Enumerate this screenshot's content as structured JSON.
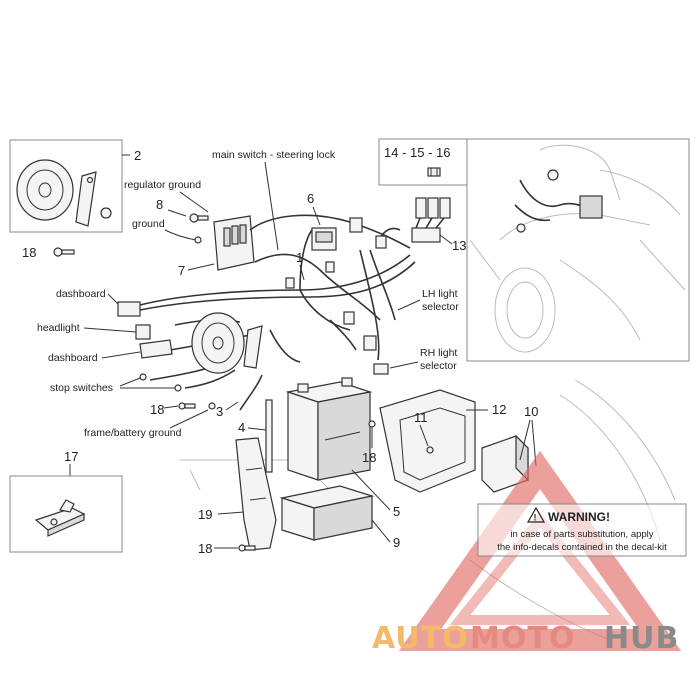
{
  "labels": {
    "main_switch": "main switch - steering lock",
    "regulator_ground": "regulator ground",
    "ground": "ground",
    "dashboard_1": "dashboard",
    "headlight": "headlight",
    "dashboard_2": "dashboard",
    "stop_switches": "stop switches",
    "frame_battery_ground": "frame/battery ground",
    "lh_selector_1": "LH light",
    "lh_selector_2": "selector",
    "rh_selector_1": "RH light",
    "rh_selector_2": "selector"
  },
  "numbers": {
    "n1": "1",
    "n2": "2",
    "n3": "3",
    "n4": "4",
    "n5": "5",
    "n6": "6",
    "n7": "7",
    "n8": "8",
    "n9": "9",
    "n10": "10",
    "n11": "11",
    "n12": "12",
    "n13": "13",
    "n17": "17",
    "n18a": "18",
    "n18b": "18",
    "n18c": "18",
    "n18d": "18",
    "n19": "19",
    "n14_16": "14 - 15 - 16"
  },
  "warning": {
    "title": "WARNING!",
    "line1": "in case of parts substitution, apply",
    "line2": "the info-decals contained in the decal-kit"
  },
  "watermark": {
    "part1": "AUTO",
    "part2": "MOTO",
    "part3": "HUB",
    "colors": {
      "auto": "#f4b96a",
      "moto": "#e8897f",
      "hub": "#8a8a8a",
      "triangle": "#e06b64"
    }
  }
}
